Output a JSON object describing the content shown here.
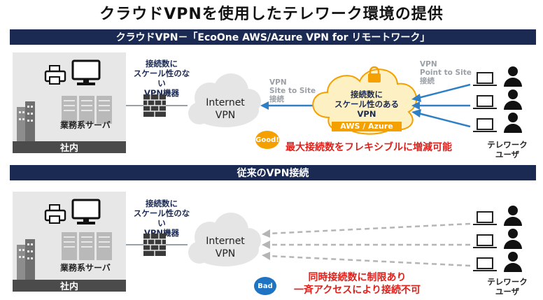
{
  "title": "クラウドVPNを使用したテレワーク環境の提供",
  "top": {
    "band": "クラウドVPN－「EcoOne AWS/Azure VPN for リモートワーク」",
    "office_label": "社内",
    "server_label": "業務系サーバ",
    "vpn_device_label": [
      "接続数に",
      "スケール性のない",
      "VPN機器"
    ],
    "internet_label": [
      "Internet",
      "VPN"
    ],
    "site_to_site": [
      "VPN",
      "Site to Site",
      "接続"
    ],
    "point_to_site": [
      "VPN",
      "Point to Site",
      "接続"
    ],
    "cloud_label": [
      "接続数に",
      "スケール性のある",
      "VPN"
    ],
    "aws_azure": "AWS / Azure",
    "badge": "Good!",
    "message": "最大接続数をフレキシブルに増減可能",
    "user_label": [
      "テレワーク",
      "ユーザ"
    ]
  },
  "bottom": {
    "band": "従来のVPN接続",
    "office_label": "社内",
    "server_label": "業務系サーバ",
    "vpn_device_label": [
      "接続数に",
      "スケール性のない",
      "VPN機器"
    ],
    "internet_label": [
      "Internet",
      "VPN"
    ],
    "badge": "Bad",
    "message": [
      "同時接続数に制限あり",
      "一斉アクセスにより接続不可"
    ],
    "user_label": [
      "テレワーク",
      "ユーザ"
    ]
  },
  "colors": {
    "navy": "#1b2a52",
    "blue": "#2f7fc4",
    "orange": "#f4a000",
    "red": "#e0201b",
    "gray": "#9aa0a6"
  }
}
